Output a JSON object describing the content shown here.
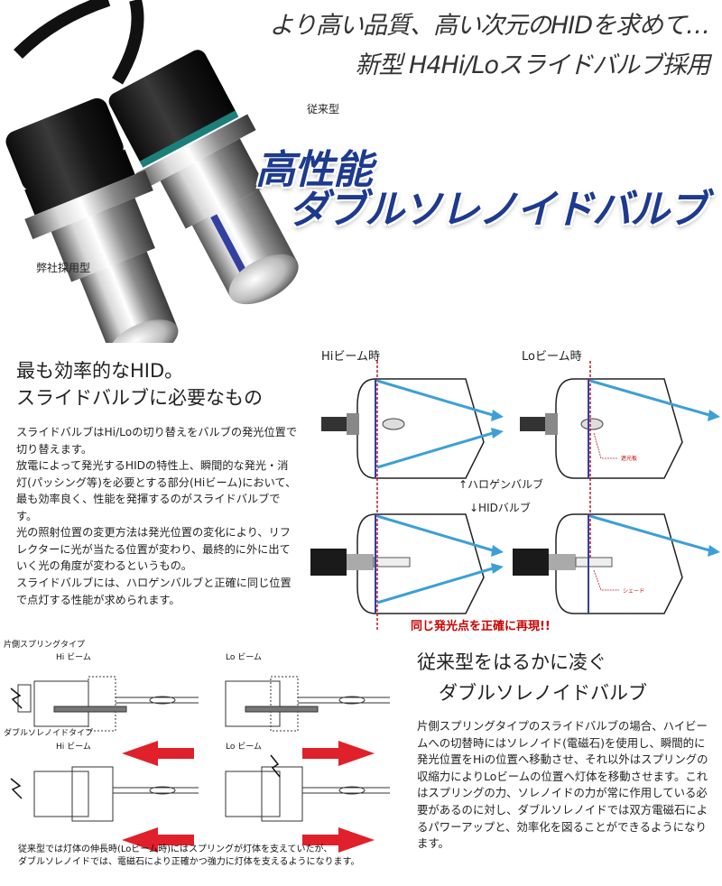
{
  "hero": {
    "headline1": "より高い品質、高い次元のHIDを求めて…",
    "headline2": "新型 H4Hi/Loスライドバルブ採用",
    "caption_old": "従来型",
    "caption_ours": "弊社採用型",
    "title_line1": "高性能",
    "title_line2": "ダブルソレノイドバルブ"
  },
  "section1": {
    "heading1": "最も効率的なHID。",
    "heading2": "スライドバルブに必要なもの",
    "paragraphs": [
      "スライドバルブはHi/Loの切り替えをバルブの発光位置で切り替えます。",
      "放電によって発光するHIDの特性上、瞬間的な発光・消灯(パッシング等)を必要とする部分(Hiビーム)において、最も効率良く、性能を発揮するのがスライドバルブです。",
      "光の照射位置の変更方法は発光位置の変化により、リフレクターに光が当たる位置が変わり、最終的に外に出ていく光の角度が変わるというもの。",
      "スライドバルブには、ハロゲンバルブと正確に同じ位置で点灯する性能が求められます。"
    ]
  },
  "beam_diagram": {
    "hi_label": "Hiビーム時",
    "lo_label": "Loビーム時",
    "halogen_label": "↑ハロゲンバルブ",
    "hid_label": "↓HIDバルブ",
    "shade_plate_label": "遮光板",
    "shade_label": "シェード",
    "result_label": "同じ発光点を正確に再現!!",
    "ray_color": "#3ca0d6",
    "line_red": "#c0152b",
    "line_blue": "#3340a0"
  },
  "spring_diagram": {
    "type1_label": "片側スプリングタイプ",
    "type2_label": "ダブルソレノイドタイプ",
    "hi_beam": "Hi ビーム",
    "lo_beam": "Lo ビーム",
    "note_line1": "従来型では灯体の伸長時(Loビーム時)にはスプリングが灯体を支えていたが、",
    "note_line2": "ダブルソレノイドでは、電磁石により正確かつ強力に灯体を支えるようになります。",
    "arrow_color": "#e0202a"
  },
  "section2": {
    "heading1": "従来型をはるかに凌ぐ",
    "heading2": "ダブルソレノイドバルブ",
    "paragraph": "片側スプリングタイプのスライドバルブの場合、ハイビームへの切替時にはソレノイド(電磁石)を使用し、瞬間的に発光位置をHiの位置へ移動させ、それ以外はスプリングの収縮力によりLoビームの位置へ灯体を移動させます。これはスプリングの力、ソレノイドの力が常に作用している必要があるのに対し、ダブルソレノイドでは双方電磁石によるパワーアップと、効率化を図ることができるようになります。"
  }
}
